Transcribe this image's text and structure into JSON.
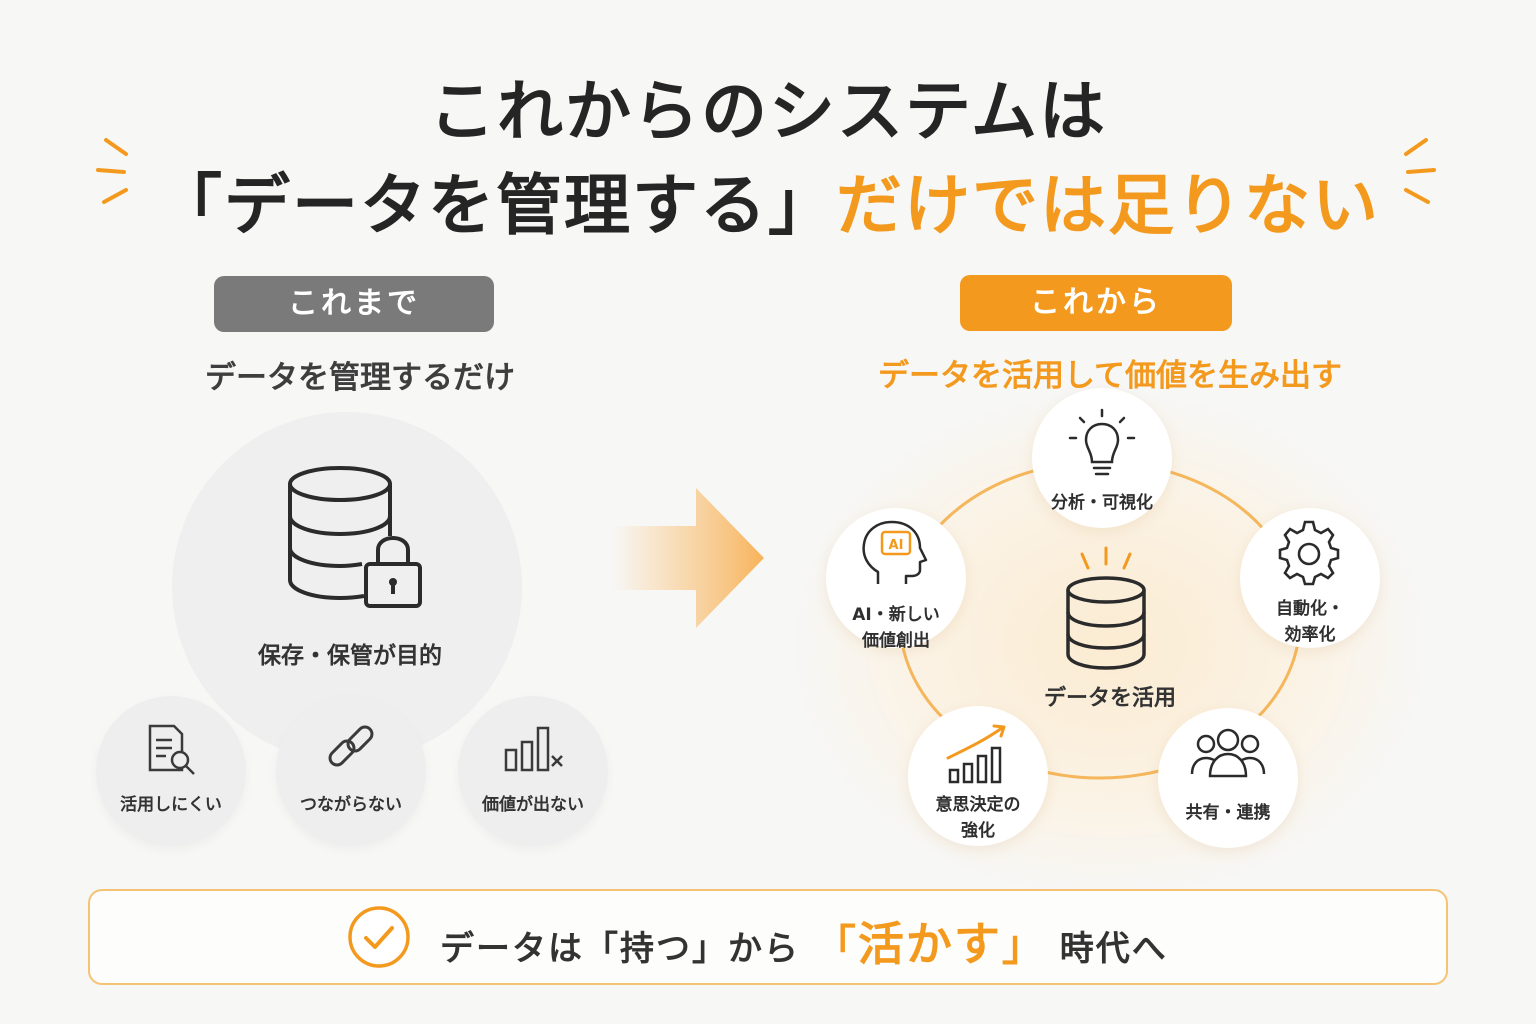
{
  "title": {
    "line1": "これからのシステムは",
    "line2_dark": "「データを管理する」",
    "line2_orange": "だけでは足りない"
  },
  "left": {
    "pill": "これまで",
    "subheading": "データを管理するだけ",
    "main_label": "保存・保管が目的",
    "issues": [
      "活用しにくい",
      "つながらない",
      "価値が出ない"
    ]
  },
  "right": {
    "pill": "これから",
    "subheading": "データを活用して価値を生み出す",
    "center_label": "データを活用",
    "nodes": {
      "analysis": "分析・可視化",
      "automation_1": "自動化・",
      "automation_2": "効率化",
      "sharing": "共有・連携",
      "decision_1": "意思決定の",
      "decision_2": "強化",
      "ai_1": "AI・新しい",
      "ai_2": "価値創出"
    }
  },
  "banner": {
    "part1": "データは「持つ」から",
    "open_bracket": "「",
    "highlight": "活かす",
    "close_bracket": "」",
    "part2": "時代へ"
  },
  "colors": {
    "accent": "#f39a1e",
    "grey_pill": "#7a7a7a",
    "background": "#f7f7f6"
  }
}
